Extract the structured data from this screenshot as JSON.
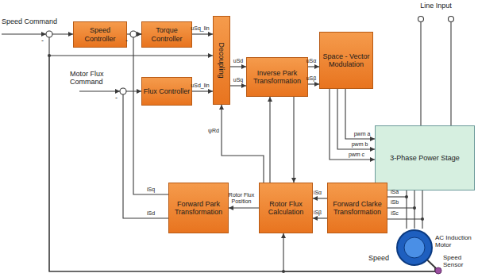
{
  "diagram": {
    "nodes": [
      {
        "text": [
          "Speed Controller"
        ]
      },
      {
        "text": [
          "Torque Controller"
        ]
      },
      {
        "text": [
          "Decoupling"
        ]
      },
      {
        "text": [
          "Flux Controller"
        ]
      },
      {
        "text": [
          "Inverse Park Transformation"
        ]
      },
      {
        "text": [
          "Space - Vector Modulation"
        ]
      },
      {
        "text": [
          "3-Phase Power Stage"
        ]
      },
      {
        "text": [
          "Forward Park Transformation"
        ]
      },
      {
        "text": [
          "Rotor Flux Calculation"
        ]
      },
      {
        "text": [
          "Forward Clarke Transformation"
        ]
      },
      {
        "text": [
          "AC Induction Motor"
        ]
      }
    ],
    "edges": [
      {
        "from": 0,
        "to": 1,
        "arrow": "to"
      },
      {
        "from": 1,
        "to": 2,
        "label": "uSq_lin",
        "arrow": "to"
      },
      {
        "from": 3,
        "to": 2,
        "label": "uSd_lin",
        "arrow": "to"
      },
      {
        "from": 2,
        "to": 4,
        "label": "uSd",
        "arrow": "to"
      },
      {
        "from": 2,
        "to": 4,
        "label": "uSq",
        "arrow": "to"
      },
      {
        "from": 4,
        "to": 5,
        "label": "uSα",
        "arrow": "to"
      },
      {
        "from": 4,
        "to": 5,
        "label": "uSβ",
        "arrow": "to"
      },
      {
        "from": 5,
        "to": 6,
        "label": "pwm a",
        "arrow": "to"
      },
      {
        "from": 5,
        "to": 6,
        "label": "pwm b",
        "arrow": "to"
      },
      {
        "from": 5,
        "to": 6,
        "label": "pwm c",
        "arrow": "to"
      },
      {
        "from": 6,
        "to": 10,
        "arrow": "none"
      },
      {
        "from": 6,
        "to": 10,
        "arrow": "none"
      },
      {
        "from": 6,
        "to": 10,
        "arrow": "none"
      },
      {
        "from": 4,
        "to": 8,
        "arrow": "to"
      },
      {
        "from": 8,
        "to": 4,
        "arrow": "to"
      },
      {
        "from": 8,
        "to": 2,
        "label": "ψRd",
        "arrow": "to"
      },
      {
        "from": 9,
        "to": 8,
        "label": "iSα",
        "arrow": "to"
      },
      {
        "from": 9,
        "to": 8,
        "label": "iSβ",
        "arrow": "to"
      },
      {
        "from": 8,
        "to": 7,
        "label": "Rotor Flux Position",
        "arrow": "to"
      },
      {
        "from": 7,
        "to": 1,
        "label": "iSq",
        "arrow": "to"
      },
      {
        "from": 7,
        "to": 3,
        "label": "iSd",
        "arrow": "to"
      },
      {
        "from": 10,
        "to": 0,
        "arrow": "to"
      },
      {
        "from": 10,
        "to": 2,
        "arrow": "to"
      },
      {
        "from": 10,
        "to": 8,
        "arrow": "to"
      }
    ],
    "labels": [
      "Speed Command",
      "Motor Flux Command",
      "Line Input",
      "-",
      "-",
      "-",
      "iSa",
      "iSb",
      "iSc",
      "Speed",
      "Speed Sensor"
    ]
  }
}
